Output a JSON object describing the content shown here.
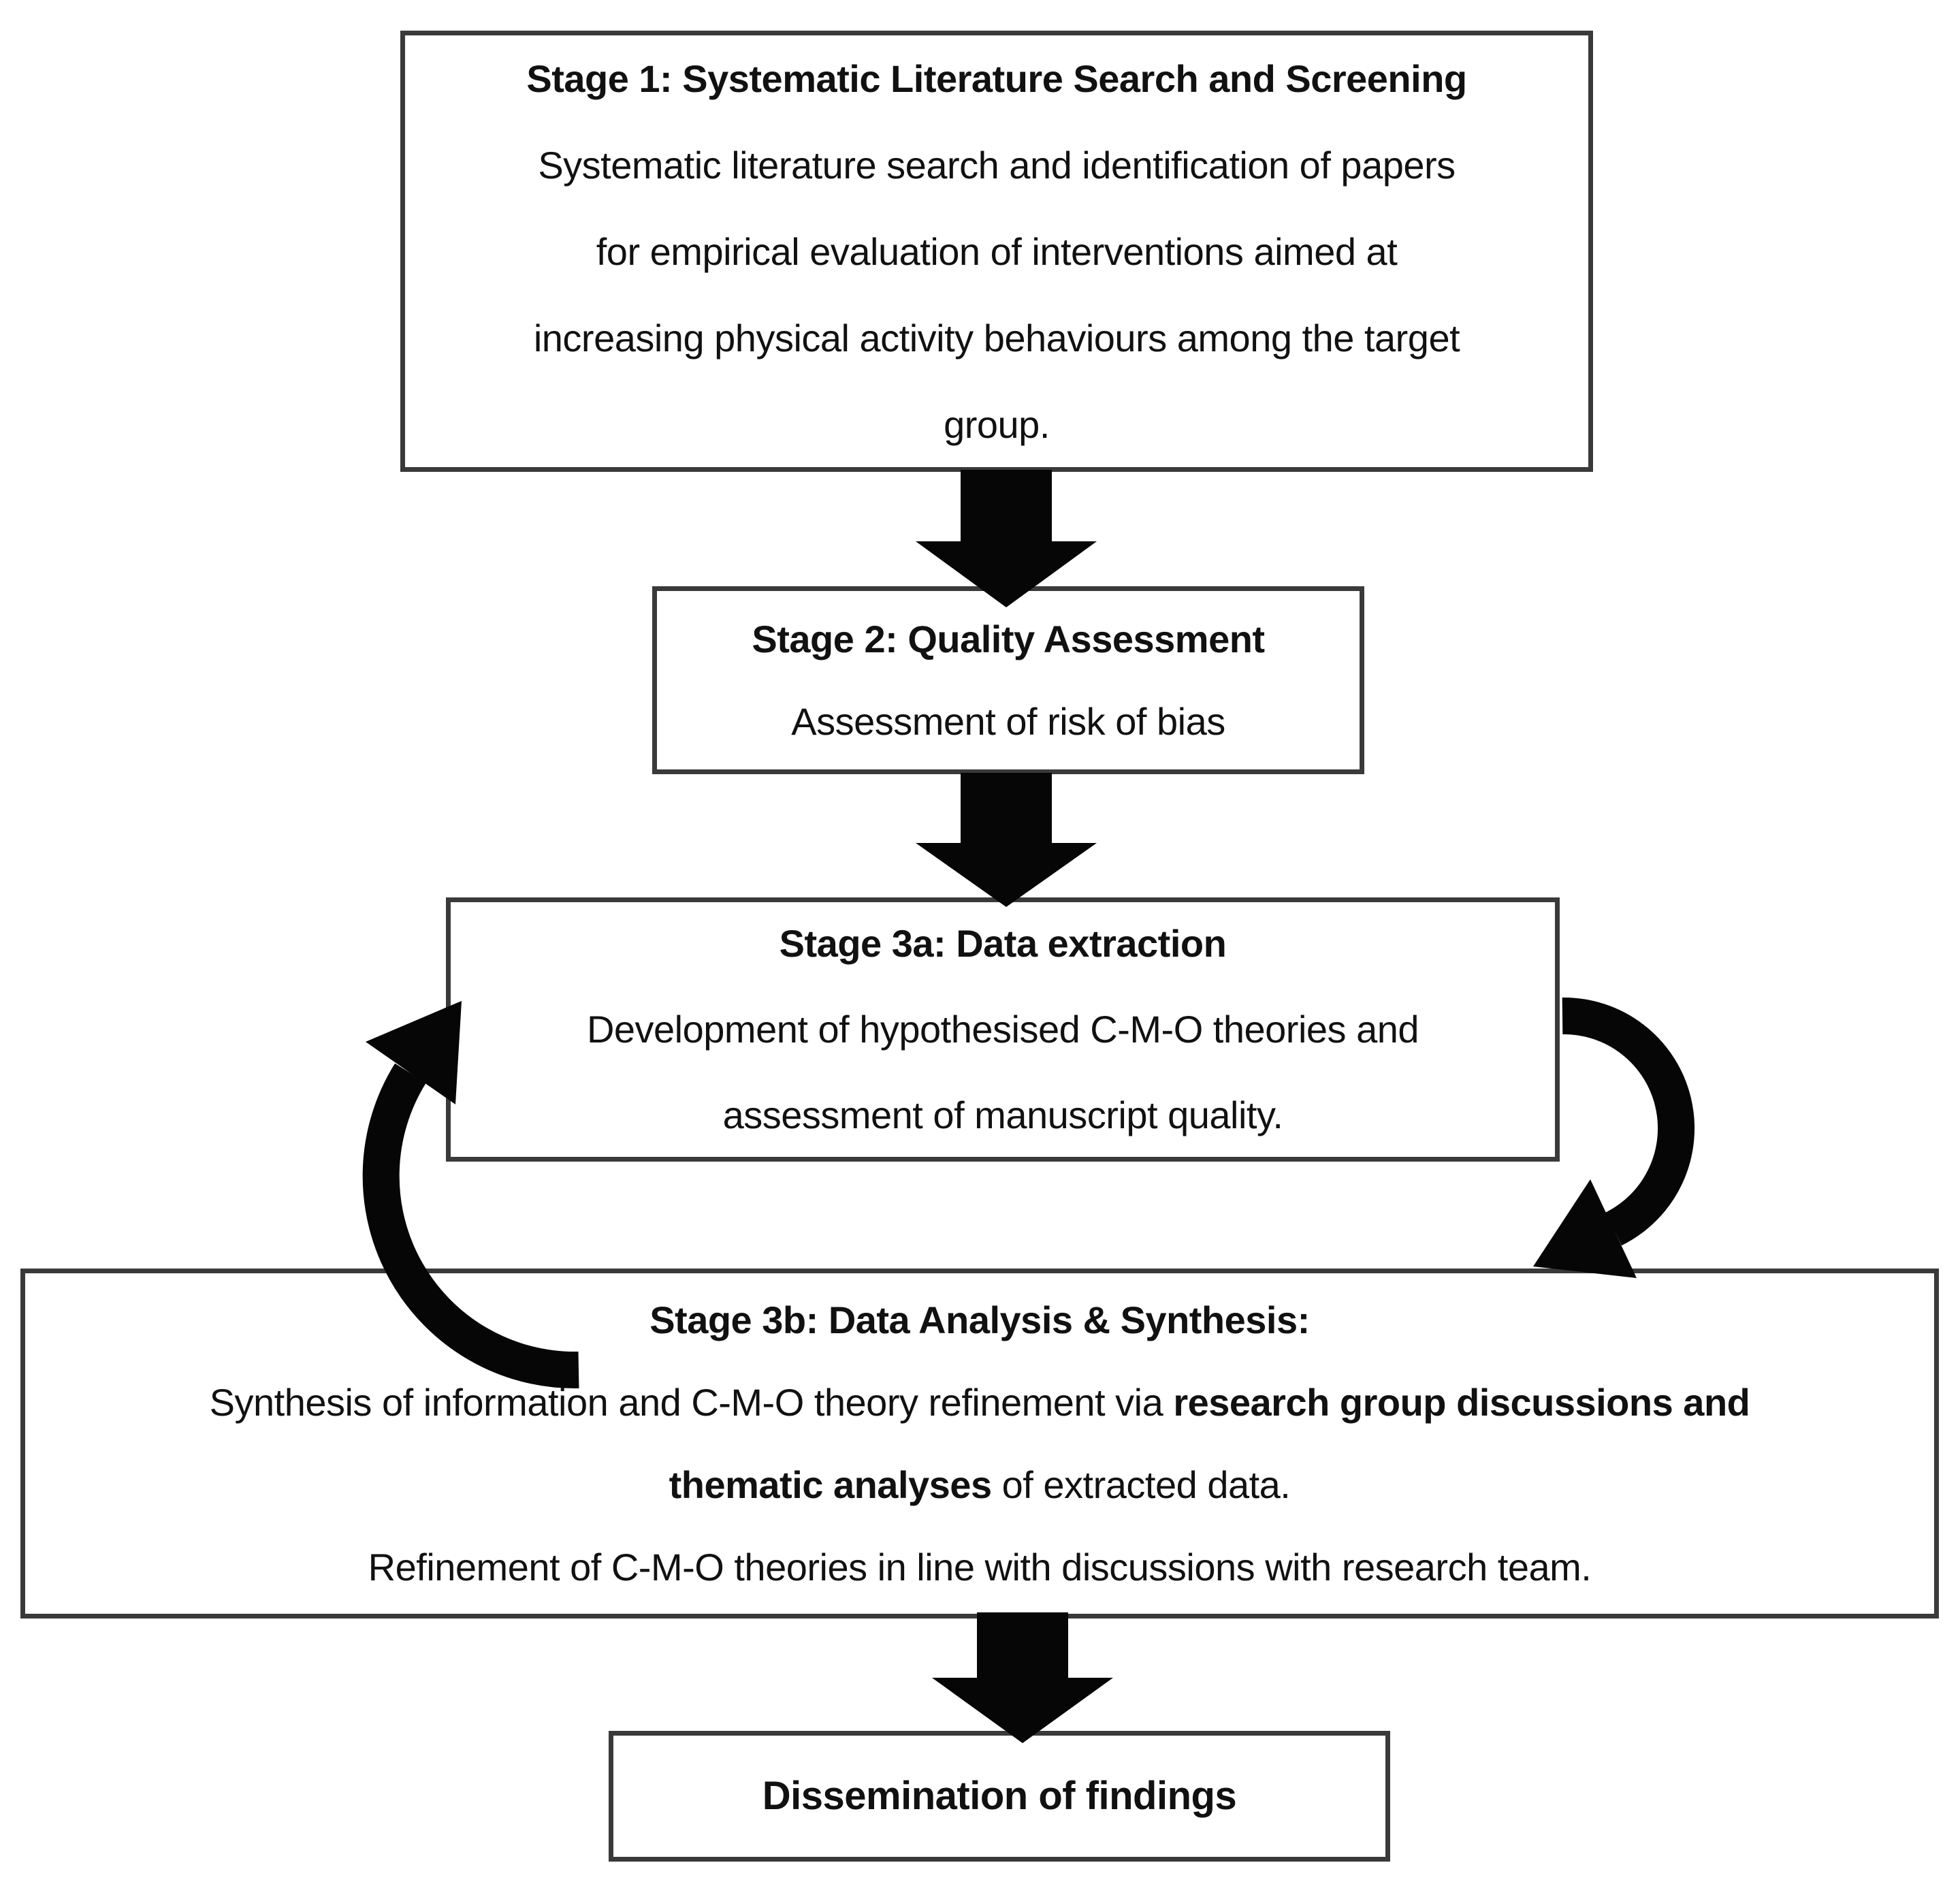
{
  "figure": {
    "name": "Review process flow diagram",
    "stage1": {
      "title": "Stage 1: Systematic Literature Search and Screening",
      "lines": [
        "Systematic literature search and identification of papers",
        "for empirical evaluation of interventions aimed at",
        "increasing physical activity behaviours among the target",
        "group."
      ]
    },
    "stage2": {
      "title": "Stage 2: Quality Assessment",
      "body": "Assessment of risk of bias"
    },
    "stage3a": {
      "title": "Stage 3a: Data extraction",
      "lines": [
        "Development of hypothesised C-M-O theories and",
        "assessment of manuscript quality."
      ]
    },
    "stage3b": {
      "title": "Stage 3b: Data Analysis & Synthesis:",
      "line2_regular": "Synthesis of information and C-M-O theory refinement via ",
      "line2_bold": "research group discussions and",
      "line3_bold": "thematic analyses",
      "line3_regular": " of extracted data.",
      "line4": "Refinement of C-M-O theories in line with discussions with research team."
    },
    "dissemination": {
      "title": "Dissemination of findings"
    },
    "icons": {
      "flow_arrow_1": "block-down-arrow",
      "flow_arrow_2": "block-down-arrow",
      "flow_arrow_3": "block-down-arrow",
      "iteration_arrow_left": "curved-arrow-up-into-stage3a",
      "iteration_arrow_right": "curved-arrow-down-into-stage3b"
    },
    "colors": {
      "background": "#ffffff",
      "box_border": "#3a3a3a",
      "arrow": "#060606",
      "text": "#111111"
    }
  }
}
